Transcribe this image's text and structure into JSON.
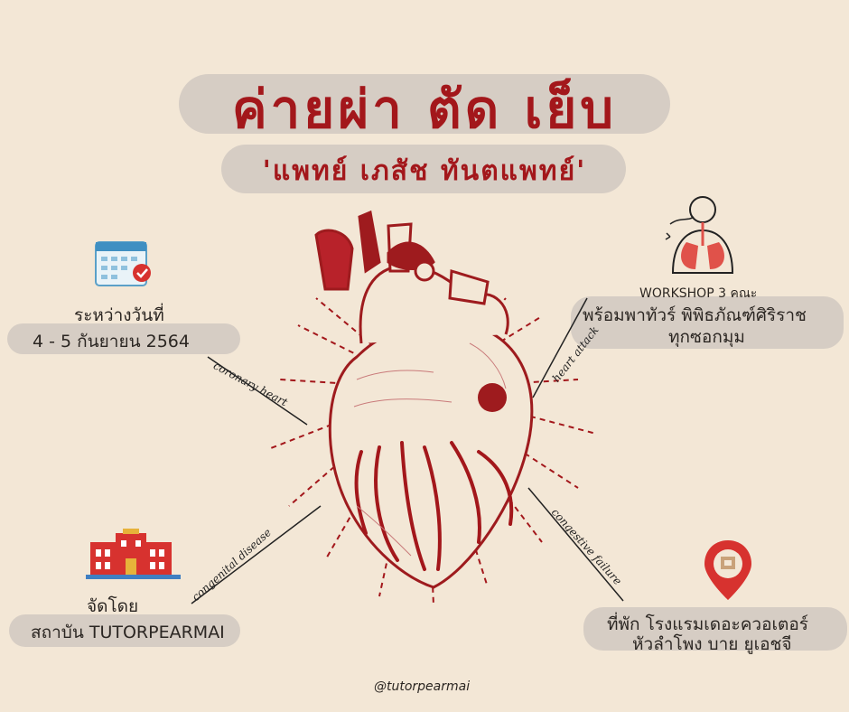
{
  "header": {
    "title": "ค่ายผ่า ตัด เย็บ",
    "subtitle": "'แพทย์ เภสัช ทันตแพทย์'"
  },
  "date_block": {
    "label": "ระหว่างวันที่",
    "value": "4 - 5 กันยายน 2564"
  },
  "workshop_block": {
    "line1": "WORKSHOP 3 คณะ",
    "line2": "พร้อมพาทัวร์ พิพิธภัณฑ์ศิริราช",
    "line3": "ทุกซอกมุม"
  },
  "organizer_block": {
    "line1": "จัดโดย",
    "line2": "สถาบัน TUTORPEARMAI"
  },
  "accommodation_block": {
    "line1": "ที่พัก โรงแรมเดอะควอเตอร์",
    "line2": "หัวลำโพง บาย ยูเอชจี"
  },
  "diagram_labels": {
    "coronary": "coronary heart",
    "heart_attack": "heart attack",
    "congenital": "congenital disease",
    "congestive": "congestive failure"
  },
  "footer": {
    "handle": "@tutorpearmai"
  },
  "icons": {
    "calendar": "calendar-check-icon",
    "lungs": "respiratory-lungs-icon",
    "school": "school-building-icon",
    "location": "location-pin-icon",
    "heart": "anatomical-heart-illustration"
  },
  "colors": {
    "background": "#f3e7d6",
    "accent": "#a3171b",
    "pill": "#d6cdc4"
  }
}
